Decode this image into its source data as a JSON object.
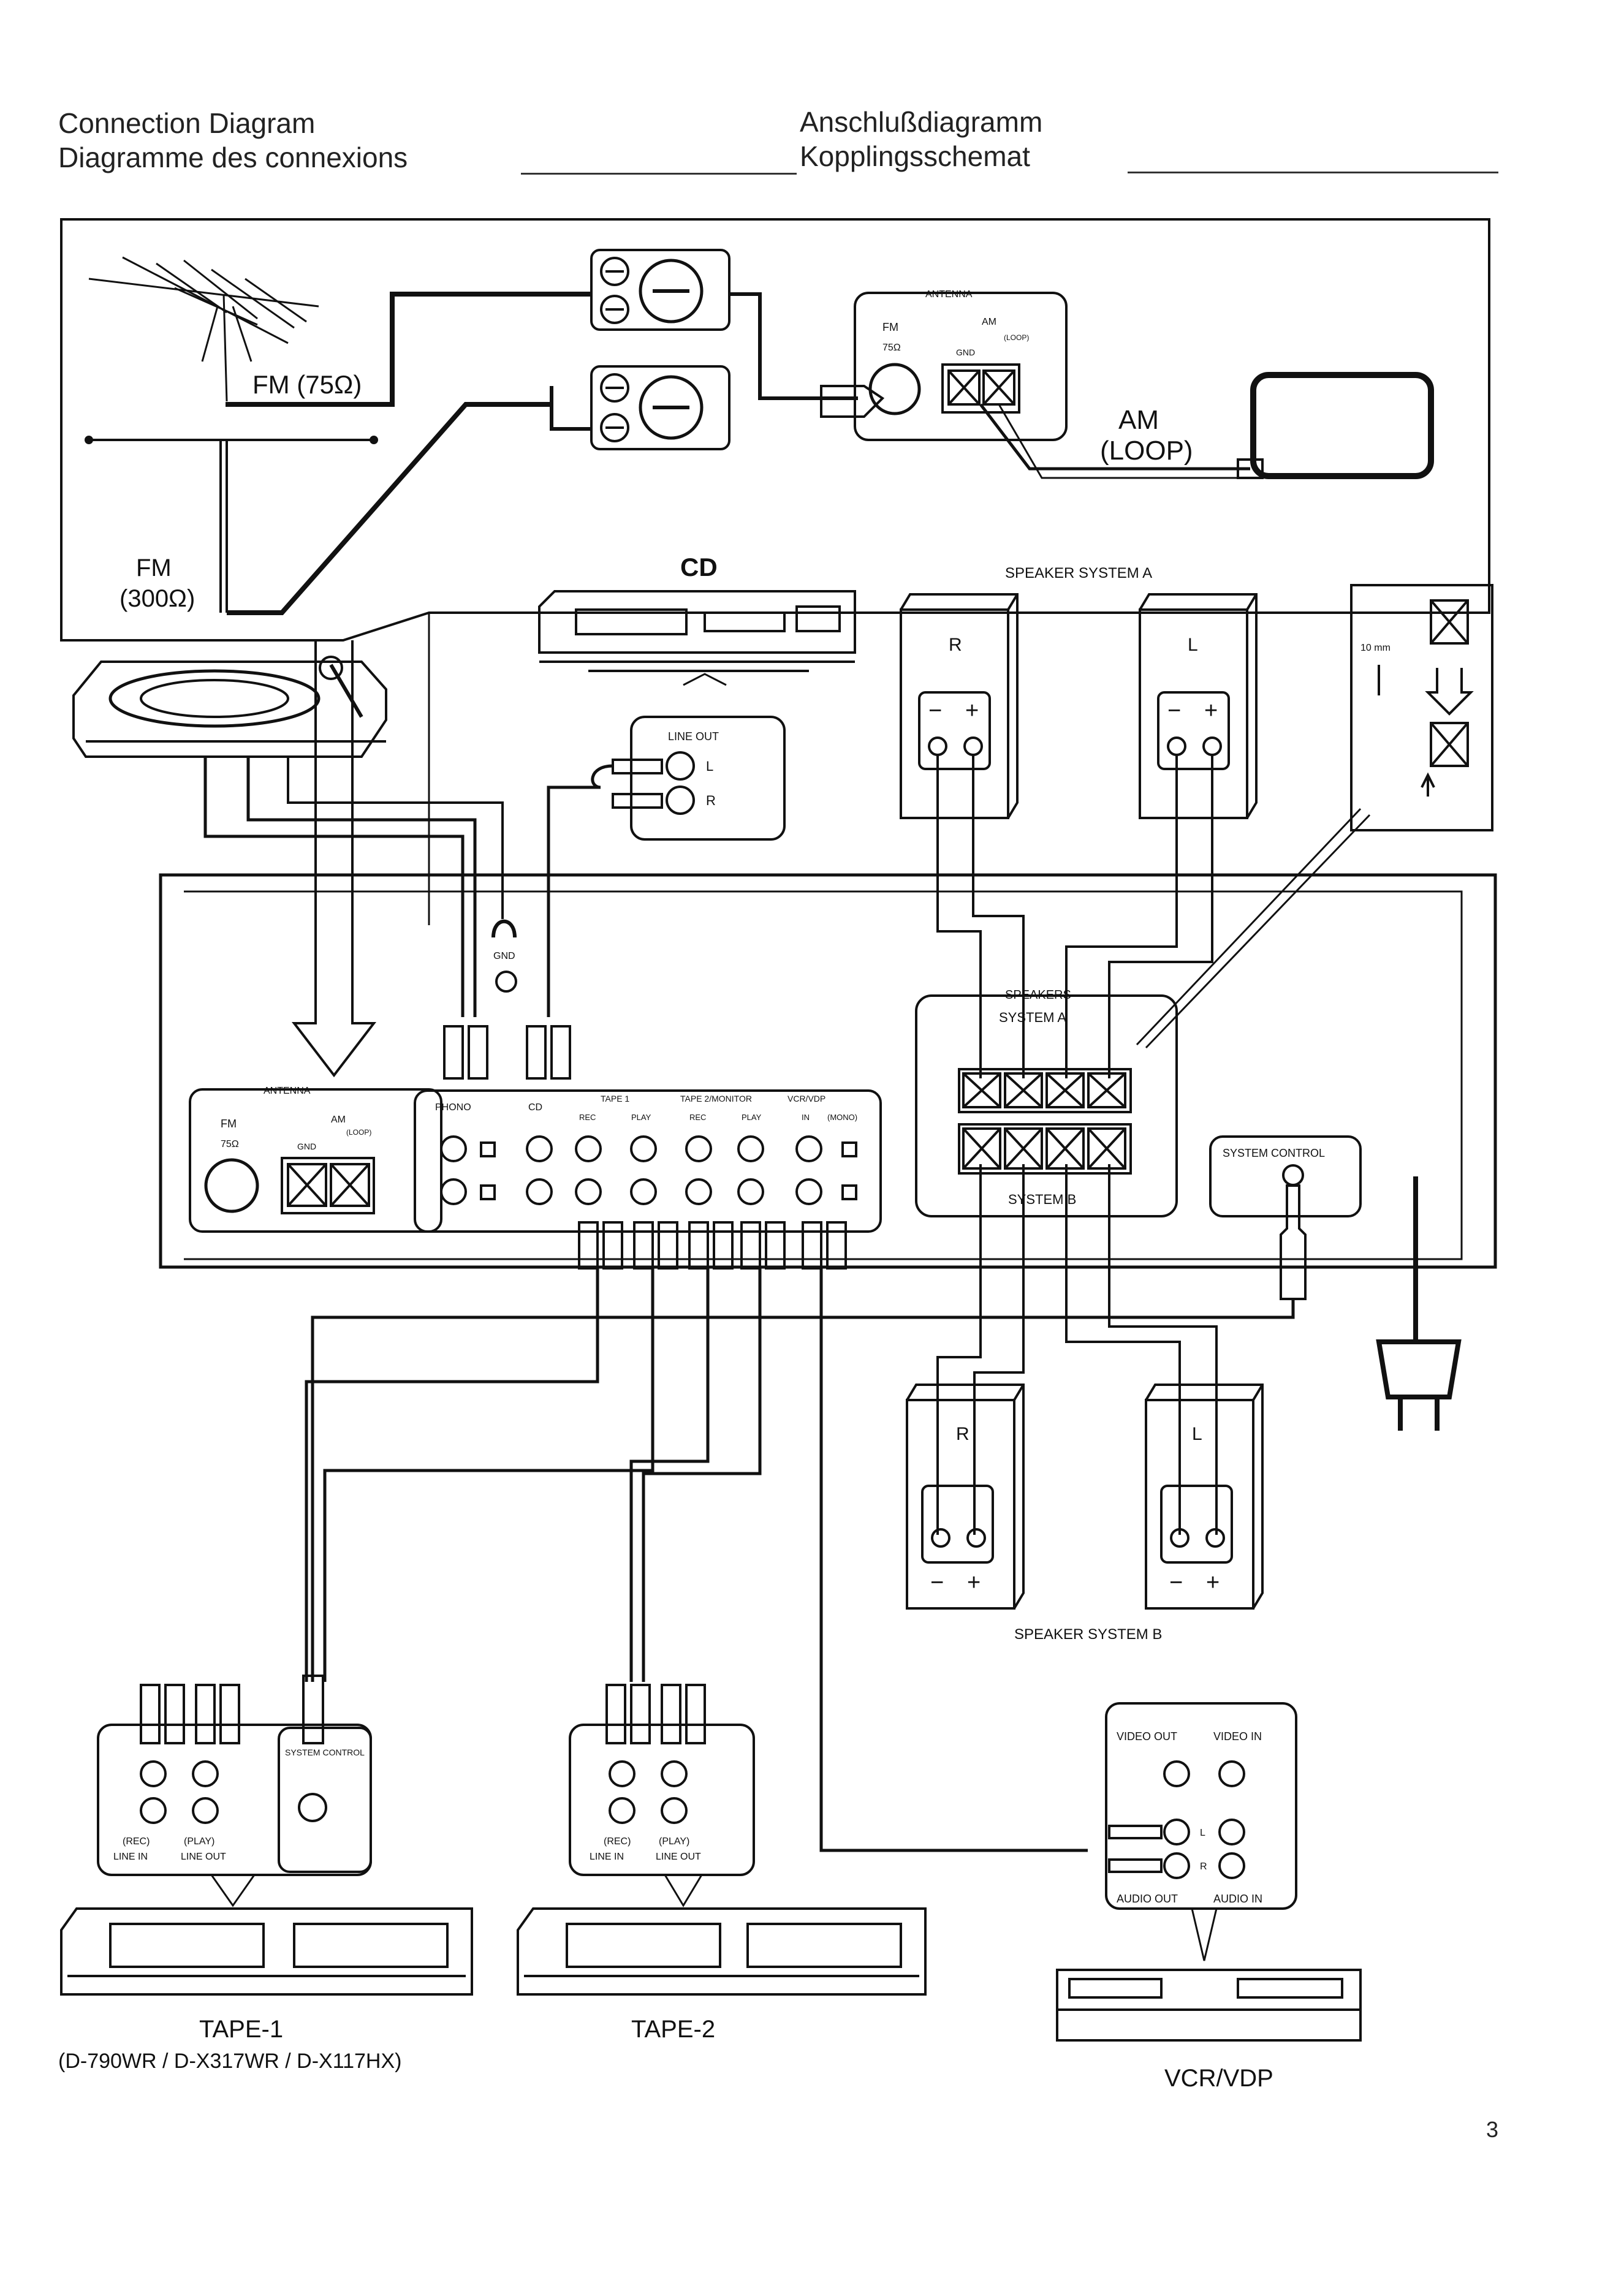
{
  "header": {
    "title_en": "Connection Diagram",
    "title_fr": "Diagramme des connexions",
    "title_de": "Anschlußdiagramm",
    "title_sv": "Kopplingsschemat"
  },
  "antenna": {
    "fm75_label": "FM (75Ω)",
    "fm300_label_1": "FM",
    "fm300_label_2": "(300Ω)",
    "am_label_1": "AM",
    "am_label_2": "(LOOP)",
    "panel_title": "ANTENNA",
    "panel_fm": "FM",
    "panel_75": "75Ω",
    "panel_am": "AM",
    "panel_loop": "(LOOP)",
    "panel_gnd": "GND"
  },
  "cd": {
    "title": "CD",
    "line_out": "LINE OUT",
    "l": "L",
    "r": "R"
  },
  "speakers": {
    "system_a_title": "SPEAKER SYSTEM A",
    "system_b_title": "SPEAKER SYSTEM B",
    "r": "R",
    "l": "L",
    "minus": "−",
    "plus": "+",
    "detail_10mm": "10 mm"
  },
  "receiver": {
    "gnd": "GND",
    "speakers_label": "SPEAKERS",
    "system_a": "SYSTEM A",
    "system_b": "SYSTEM B",
    "system_control": "SYSTEM CONTROL",
    "phono": "PHONO",
    "cd": "CD",
    "tape1": "TAPE 1",
    "tape2": "TAPE 2/MONITOR",
    "vcr": "VCR/VDP",
    "rec": "REC",
    "play": "PLAY",
    "in": "IN",
    "mono": "(MONO)"
  },
  "tape1": {
    "system_control": "SYSTEM CONTROL",
    "rec_line_in_1": "(REC)",
    "rec_line_in_2": "LINE IN",
    "play_line_out_1": "(PLAY)",
    "play_line_out_2": "LINE OUT",
    "label": "TAPE-1",
    "models": "(D-790WR / D-X317WR / D-X117HX)"
  },
  "tape2": {
    "rec_line_in_1": "(REC)",
    "rec_line_in_2": "LINE IN",
    "play_line_out_1": "(PLAY)",
    "play_line_out_2": "LINE OUT",
    "label": "TAPE-2"
  },
  "vcr": {
    "video_out": "VIDEO OUT",
    "video_in": "VIDEO IN",
    "audio_out": "AUDIO OUT",
    "audio_in": "AUDIO IN",
    "l": "L",
    "r": "R",
    "label": "VCR/VDP"
  },
  "page_number": "3"
}
